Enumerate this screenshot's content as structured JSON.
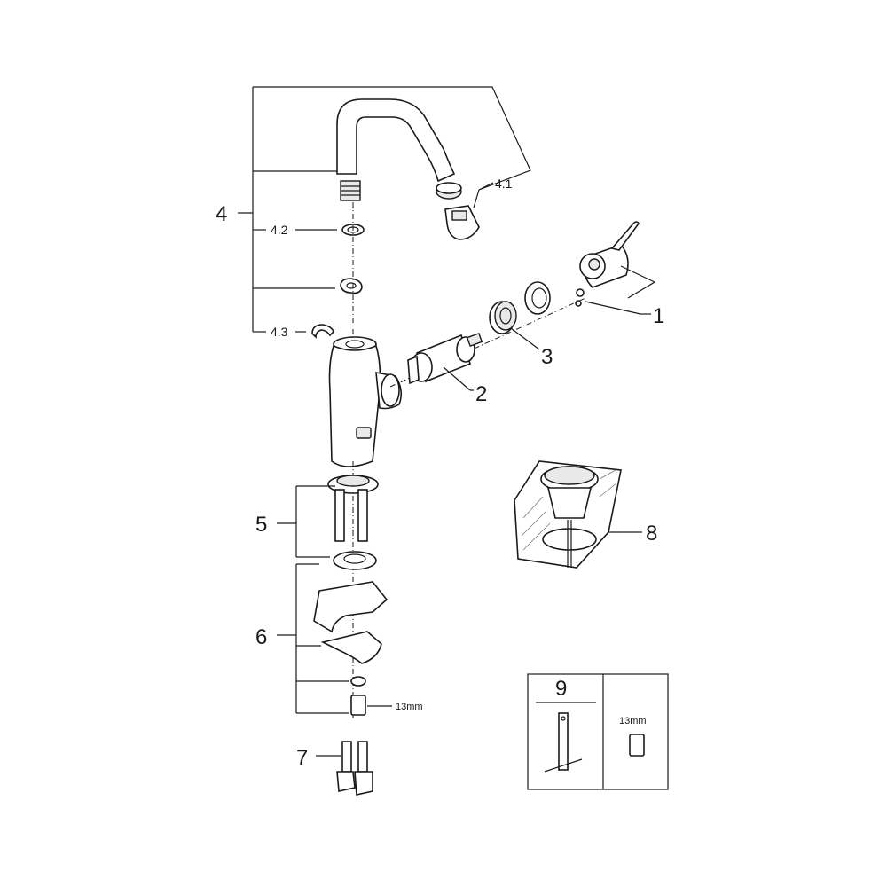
{
  "labels": {
    "p1": "1",
    "p2": "2",
    "p3": "3",
    "p4": "4",
    "p4_1": "4.1",
    "p4_2": "4.2",
    "p4_3": "4.3",
    "p5": "5",
    "p6": "6",
    "p7": "7",
    "p8": "8",
    "p9": "9"
  },
  "wrench_size_label": "13mm",
  "tool_box_wrench_label": "13mm",
  "colors": {
    "line": "#1a1a1a",
    "fill": "#ffffff",
    "shade": "#e9e9e9"
  }
}
